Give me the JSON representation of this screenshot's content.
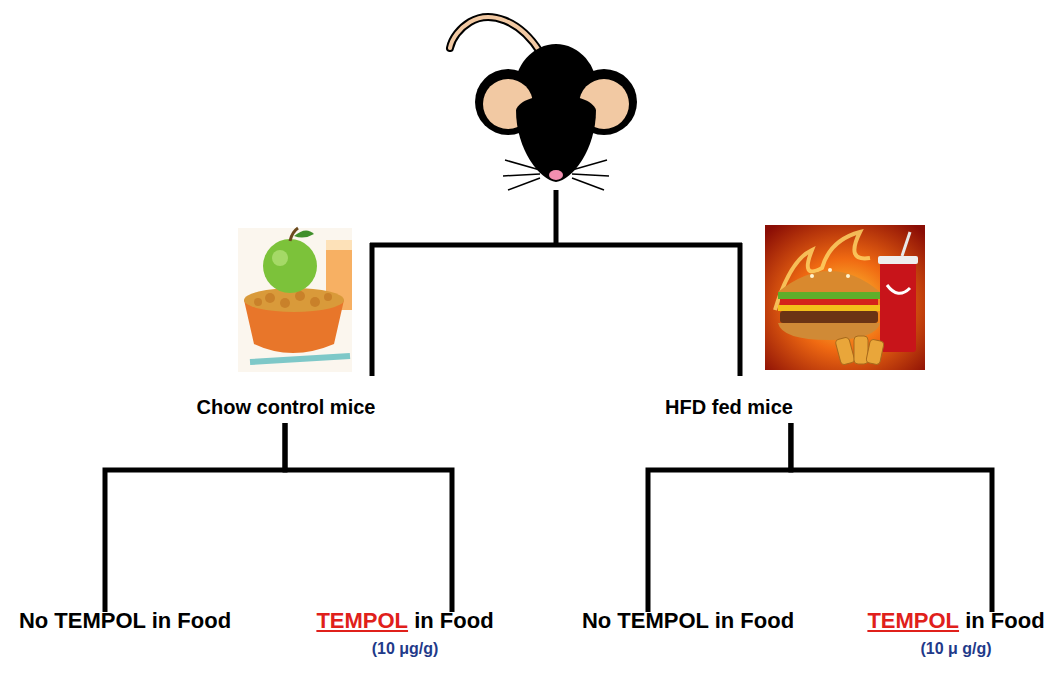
{
  "diagram": {
    "nodes": [
      {
        "text": [
          "Chow control mice"
        ]
      },
      {
        "text": [
          "HFD fed mice"
        ]
      },
      {
        "text": [
          "No TEMPOL in Food"
        ]
      },
      {
        "text": [
          "TEMPOL",
          "in Food",
          "(10 μg/g)"
        ]
      },
      {
        "text": [
          "No TEMPOL in Food"
        ]
      },
      {
        "text": [
          "TEMPOL",
          "in Food",
          "(10 μ g/g)"
        ]
      }
    ],
    "edges": [
      {
        "from": 0,
        "to": 2,
        "arrow": "none"
      },
      {
        "from": 0,
        "to": 3,
        "arrow": "none"
      },
      {
        "from": 1,
        "to": 4,
        "arrow": "none"
      },
      {
        "from": 1,
        "to": 5,
        "arrow": "none"
      }
    ]
  }
}
